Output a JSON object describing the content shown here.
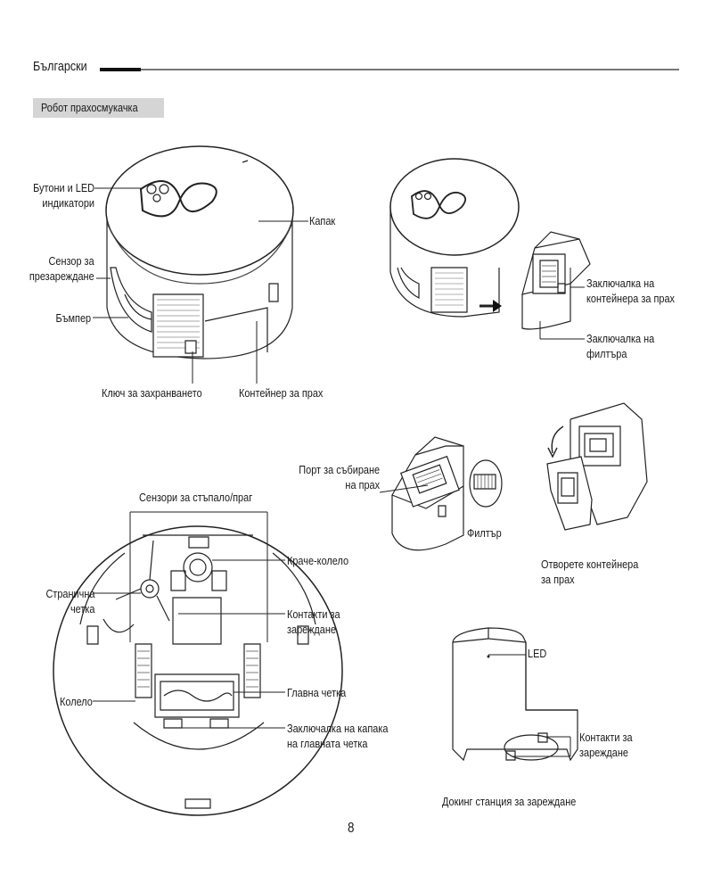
{
  "header": {
    "language": "Български",
    "section_title": "Робот прахосмукачка"
  },
  "figure_top_robot": {
    "labels": {
      "buttons_led_1": "Бутони и LED",
      "buttons_led_2": "индикатори",
      "recharge_sensor_1": "Сензор за",
      "recharge_sensor_2": "презареждане",
      "bumper": "Бъмпер",
      "cover": "Капак",
      "power_key": "Ключ за захранването",
      "dust_container": "Контейнер за прах"
    }
  },
  "figure_top_right": {
    "labels": {
      "container_latch_1": "Заключалка на",
      "container_latch_2": "контейнера за прах",
      "filter_latch_1": "Заключалка на",
      "filter_latch_2": "филтъра"
    }
  },
  "figure_middle": {
    "labels": {
      "collection_port_1": "Порт за събиране",
      "collection_port_2": "на прах",
      "filter": "Филтър",
      "open_container_1": "Отворете контейнера",
      "open_container_2": "за прах"
    }
  },
  "figure_bottom_robot": {
    "labels": {
      "cliff_sensors": "Сензори за стъпало/праг",
      "caster_wheel": "Краче-колело",
      "side_brush_1": "Странична",
      "side_brush_2": "четка",
      "charging_contacts_1": "Контакти за",
      "charging_contacts_2": "зареждане",
      "wheel": "Колело",
      "main_brush": "Главна четка",
      "main_brush_cover_latch_1": "Заключалка на капака",
      "main_brush_cover_latch_2": "на главната четка"
    }
  },
  "figure_dock": {
    "labels": {
      "led": "LED",
      "charging_contacts_1": "Контакти за",
      "charging_contacts_2": "зареждане",
      "caption": "Докинг станция за зареждане"
    }
  },
  "page_number": "8",
  "icons": [
    "arrow-right-icon",
    "rotate-arrow-icon"
  ]
}
